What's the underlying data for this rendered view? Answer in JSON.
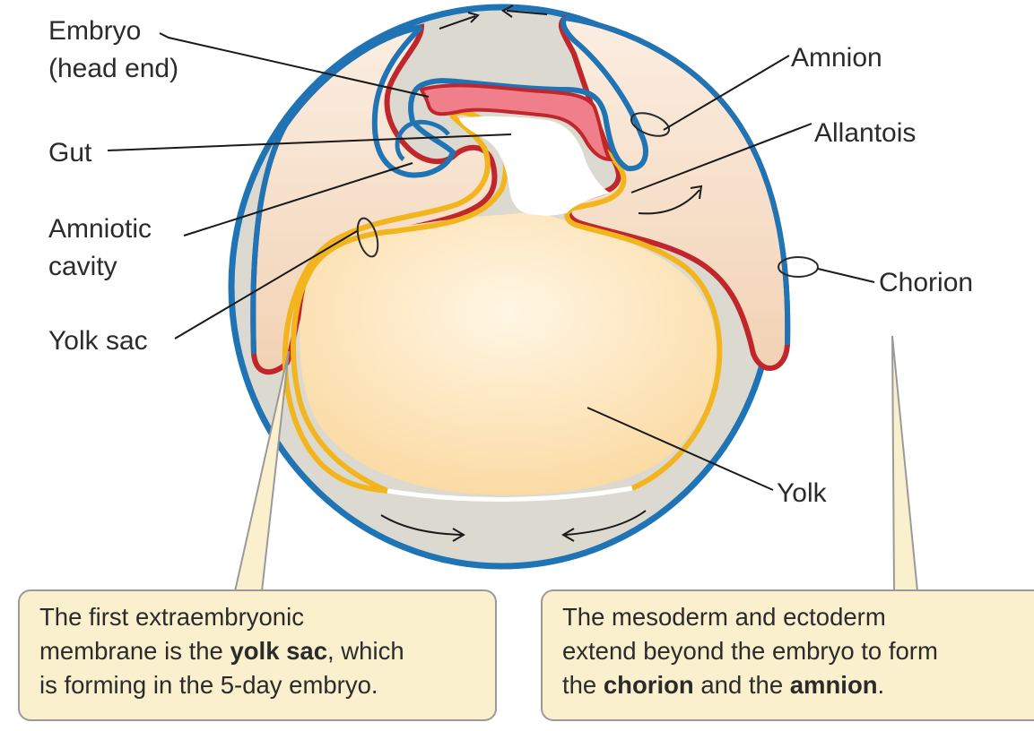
{
  "labels": {
    "embryo_line1": "Embryo",
    "embryo_line2": "(head end)",
    "gut": "Gut",
    "amniotic_line1": "Amniotic",
    "amniotic_line2": "cavity",
    "yolk_sac": "Yolk sac",
    "amnion": "Amnion",
    "allantois": "Allantois",
    "chorion": "Chorion",
    "yolk": "Yolk"
  },
  "callout_left": {
    "line1": "The first extraembryonic",
    "line2_pre": "membrane is the ",
    "line2_bold": "yolk sac",
    "line2_post": ", which",
    "line3": "is forming in the 5-day embryo."
  },
  "callout_right": {
    "line1": "The mesoderm and ectoderm",
    "line2": "extend beyond the embryo to form",
    "line3_pre": "the ",
    "line3_bold1": "chorion",
    "line3_mid": " and the ",
    "line3_bold2": "amnion",
    "line3_post": "."
  },
  "colors": {
    "ectoderm": "#1f74b5",
    "mesoderm": "#c0262c",
    "endoderm": "#f2b51d",
    "embryo": "#ef7f8a",
    "membrane_fill": "#f6dfc8",
    "yolk_fill": "#fbe2b4",
    "albumen": "#dcdad0",
    "callout_fill": "#fbf0cd"
  }
}
